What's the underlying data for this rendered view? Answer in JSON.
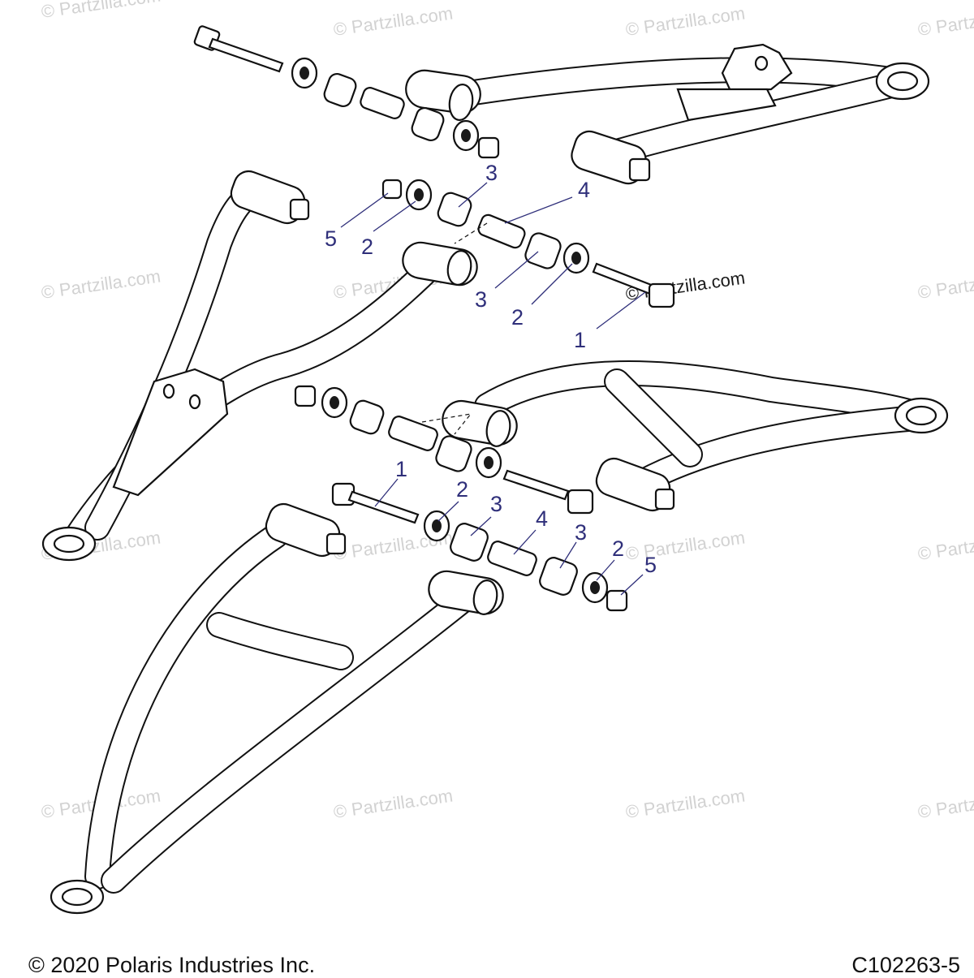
{
  "watermark": {
    "text": "© Partzilla.com",
    "color": "#d2d2d2"
  },
  "callouts": {
    "top_group": [
      "5",
      "2",
      "3",
      "4",
      "3",
      "2",
      "1"
    ],
    "bottom_group": [
      "1",
      "2",
      "3",
      "4",
      "3",
      "2",
      "5"
    ],
    "color": "#2f2f7a"
  },
  "footer": {
    "copyright": "© 2020 Polaris Industries Inc.",
    "diagram_code": "C102263-5"
  }
}
